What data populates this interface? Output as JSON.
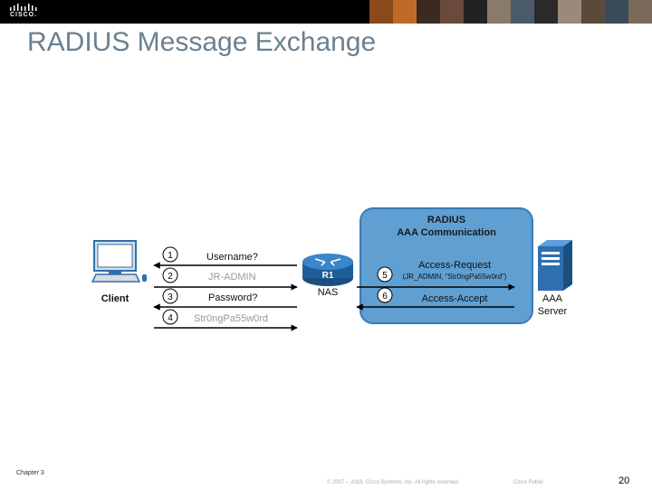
{
  "header": {
    "logo_text": "CISCO."
  },
  "slide": {
    "title": "RADIUS Message Exchange"
  },
  "diagram": {
    "radius_box_title": "RADIUS",
    "radius_box_subtitle": "AAA Communication",
    "client_label": "Client",
    "nas_label": "NAS",
    "router_label": "R1",
    "server_label_line1": "AAA",
    "server_label_line2": "Server",
    "steps": [
      {
        "num": "1",
        "text": "Username?"
      },
      {
        "num": "2",
        "text": "JR-ADMIN"
      },
      {
        "num": "3",
        "text": "Password?"
      },
      {
        "num": "4",
        "text": "Str0ngPa55w0rd"
      },
      {
        "num": "5",
        "text": "Access-Request",
        "subtext": "(JR_ADMIN, “Str0ngPa55w0rd”)"
      },
      {
        "num": "6",
        "text": "Access-Accept"
      }
    ],
    "colors": {
      "radius_box": "#5f9fd2",
      "radius_box_border": "#3b7ab5",
      "router": "#1f5f99",
      "server": "#2f6fb0"
    }
  },
  "footer": {
    "chapter": "Chapter 3",
    "copyright": "© 2007 – 2016, Cisco Systems, Inc. All rights reserved.",
    "classification": "Cisco Public",
    "page_number": "20"
  }
}
